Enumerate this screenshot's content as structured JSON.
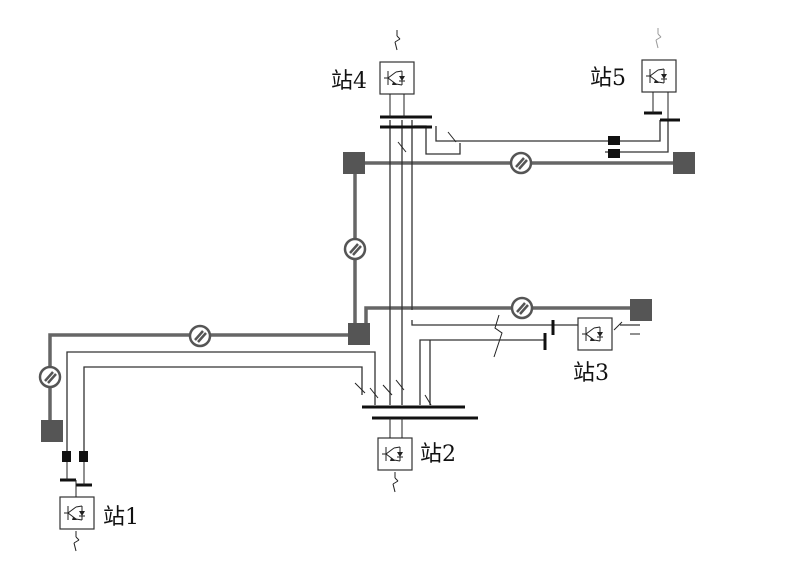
{
  "stations": [
    {
      "id": "station-1",
      "label": "站1"
    },
    {
      "id": "station-2",
      "label": "站2"
    },
    {
      "id": "station-3",
      "label": "站3"
    },
    {
      "id": "station-4",
      "label": "站4"
    },
    {
      "id": "station-5",
      "label": "站5"
    }
  ],
  "colors": {
    "background": "#ffffff",
    "thin_line": "#333333",
    "thick_line": "#666666",
    "node_square": "#555555",
    "bus_bar": "#111111",
    "faded_line": "#999999"
  },
  "icons": [
    "converter-icon",
    "breaker-icon",
    "fault-arrow-icon",
    "cable-crossing-icon",
    "ground-icon"
  ]
}
